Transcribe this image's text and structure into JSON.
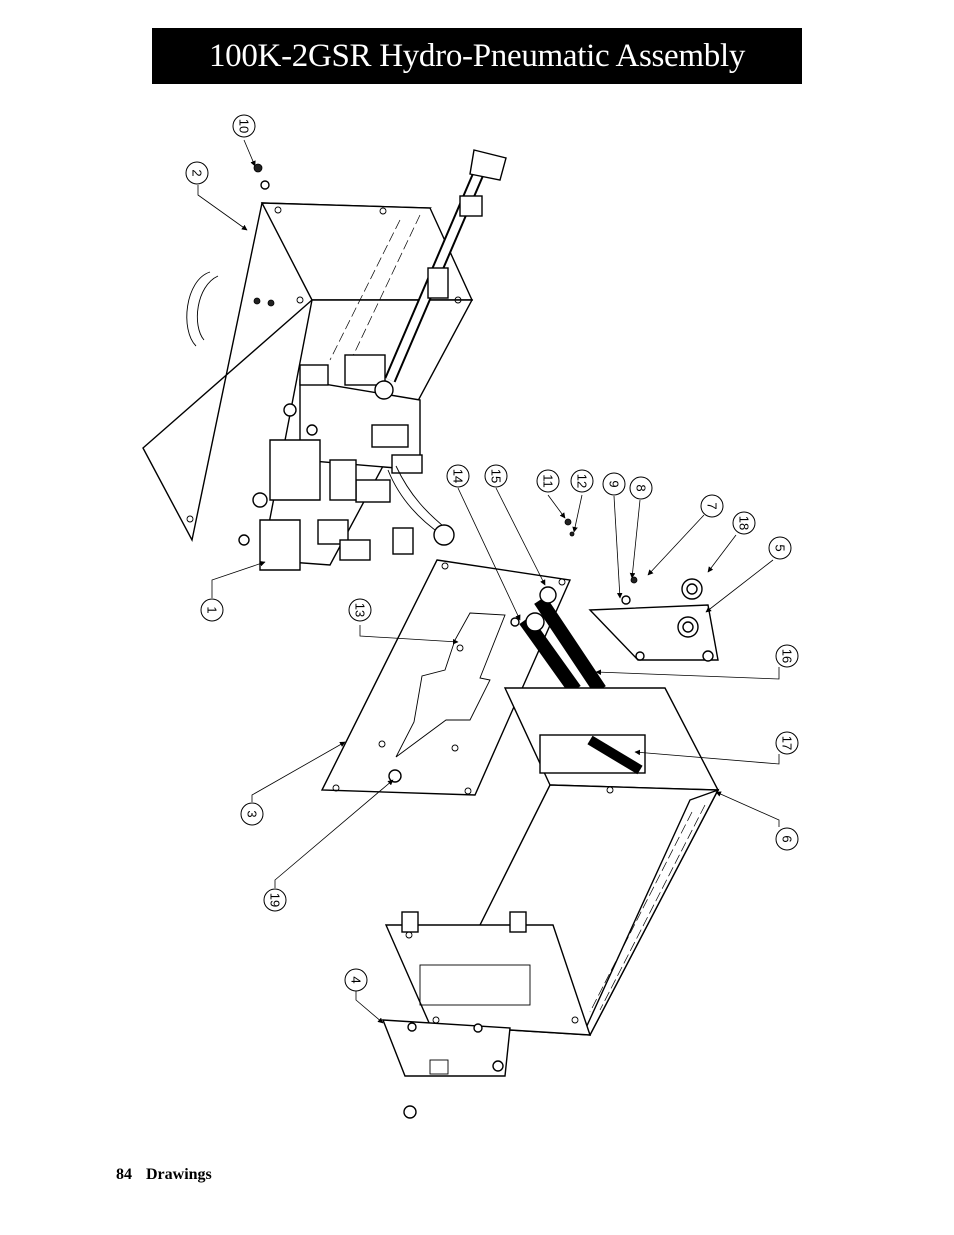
{
  "header": {
    "title": "100K-2GSR Hydro-Pneumatic Assembly"
  },
  "footer": {
    "page_number": "84",
    "section": "Drawings"
  },
  "callouts": [
    "1",
    "2",
    "3",
    "4",
    "5",
    "6",
    "7",
    "8",
    "9",
    "10",
    "11",
    "12",
    "13",
    "14",
    "15",
    "16",
    "17",
    "18",
    "19"
  ]
}
